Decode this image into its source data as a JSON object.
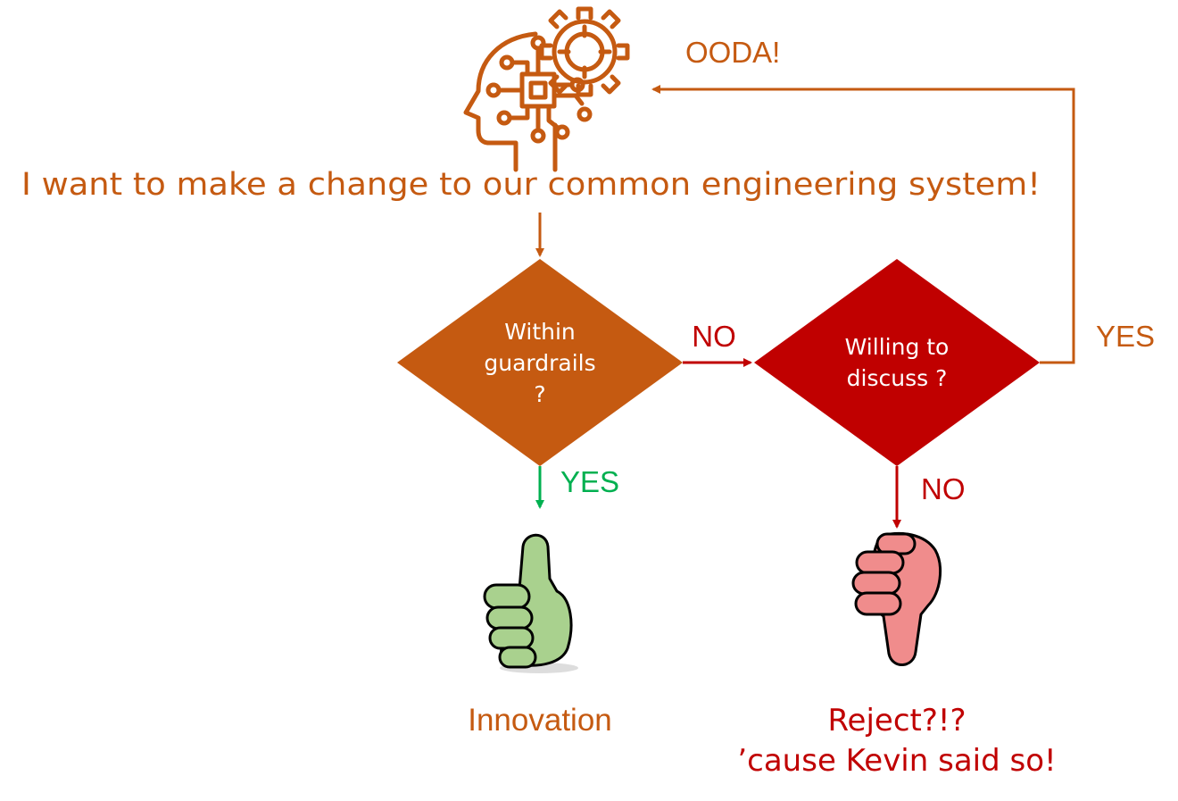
{
  "colors": {
    "orange": "#C55A11",
    "red": "#C00000",
    "green": "#00B050",
    "thumb_up_fill": "#A9D18E",
    "thumb_down_fill": "#F08C8C",
    "white": "#FFFFFF"
  },
  "icons": {
    "top": "ai-head-gear-icon",
    "approve": "thumbs-up-icon",
    "reject": "thumbs-down-icon"
  },
  "header": {
    "statement": "I want to make a change to our common engineering system!"
  },
  "decisions": {
    "guardrails": {
      "line1": "Within",
      "line2": "guardrails",
      "line3": "?"
    },
    "discuss": {
      "line1": "Willing to",
      "line2": "discuss ?"
    }
  },
  "labels": {
    "ooda": "OODA!",
    "no_guardrails": "NO",
    "yes_discuss": "YES",
    "yes_guardrails": "YES",
    "no_discuss": "NO"
  },
  "outcomes": {
    "innovation": "Innovation",
    "reject_line1": "Reject?!?",
    "reject_line2": "’cause Kevin said so!"
  }
}
